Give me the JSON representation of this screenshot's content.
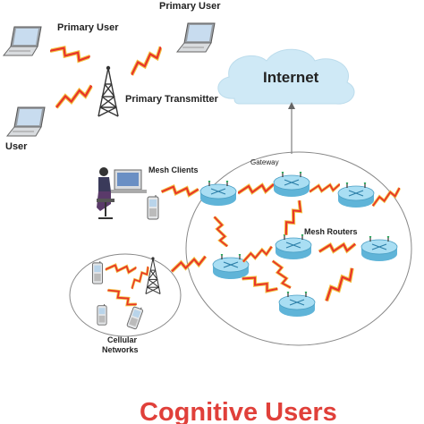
{
  "labels": {
    "primary_user_left": "Primary  User",
    "primary_user_right": "Primary  User",
    "user": "User",
    "primary_transmitter": "Primary Transmitter",
    "internet": "Internet",
    "gateway": "Gateway",
    "mesh_clients": "Mesh Clients",
    "mesh_routers": "Mesh Routers",
    "cellular_line1": "Cellular",
    "cellular_line2": "Networks",
    "cognitive_users": "Cognitive Users"
  },
  "colors": {
    "lightning": "#e8332a",
    "lightning_yellow": "#f3c242",
    "cloud": "#cfe9f6",
    "router": "#8fd2ee",
    "tower": "#333333",
    "title": "#e0403a",
    "ellipse": "#888888"
  },
  "icons": {
    "laptop": "laptop-icon",
    "tower": "transmission-tower-icon",
    "cloud": "cloud-icon",
    "router": "mesh-router-icon",
    "phone": "mobile-phone-icon",
    "workstation": "desktop-user-icon"
  }
}
